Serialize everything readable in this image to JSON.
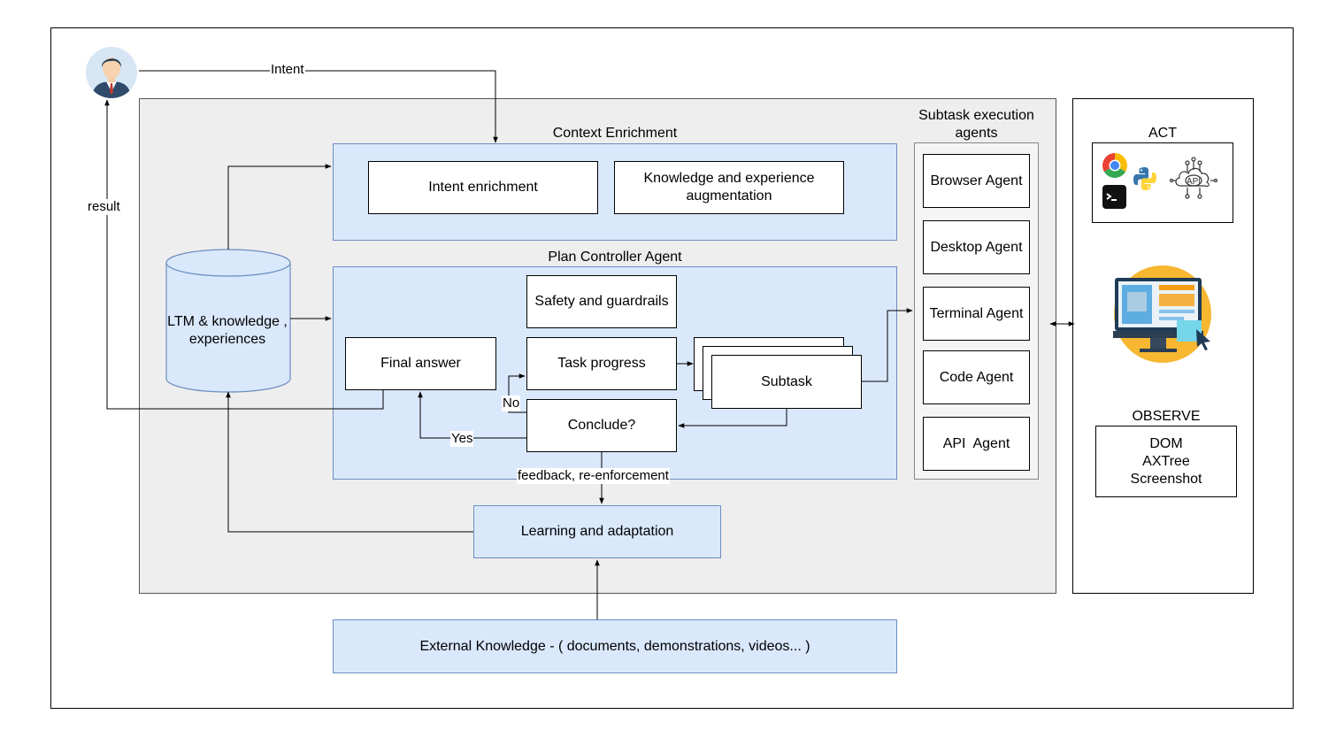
{
  "labels": {
    "intent": "Intent",
    "result": "result",
    "no": "No",
    "yes": "Yes",
    "feedback": "feedback, re-enforcement"
  },
  "context": {
    "title": "Context Enrichment",
    "intent_enrichment": "Intent enrichment",
    "knowledge_aug": "Knowledge and experience augmentation"
  },
  "memory": {
    "text": "LTM & knowledge , experiences"
  },
  "plan": {
    "title": "Plan Controller Agent",
    "safety": "Safety and guardrails",
    "final_answer": "Final answer",
    "task_progress": "Task progress",
    "conclude": "Conclude?",
    "subtask": "Subtask"
  },
  "learning": {
    "text": "Learning and adaptation"
  },
  "external": {
    "text": "External Knowledge - ( documents, demonstrations, videos... )"
  },
  "agents": {
    "title": "Subtask execution agents",
    "items": [
      "Browser Agent",
      "Desktop Agent",
      "Terminal Agent",
      "Code Agent",
      "API  Agent"
    ]
  },
  "act": {
    "title": "ACT",
    "icons": [
      "chrome-icon",
      "python-icon",
      "terminal-icon",
      "api-cloud-icon"
    ],
    "api_text": "API"
  },
  "observe": {
    "title": "OBSERVE",
    "items": [
      "DOM",
      "AXTree",
      "Screenshot"
    ]
  }
}
